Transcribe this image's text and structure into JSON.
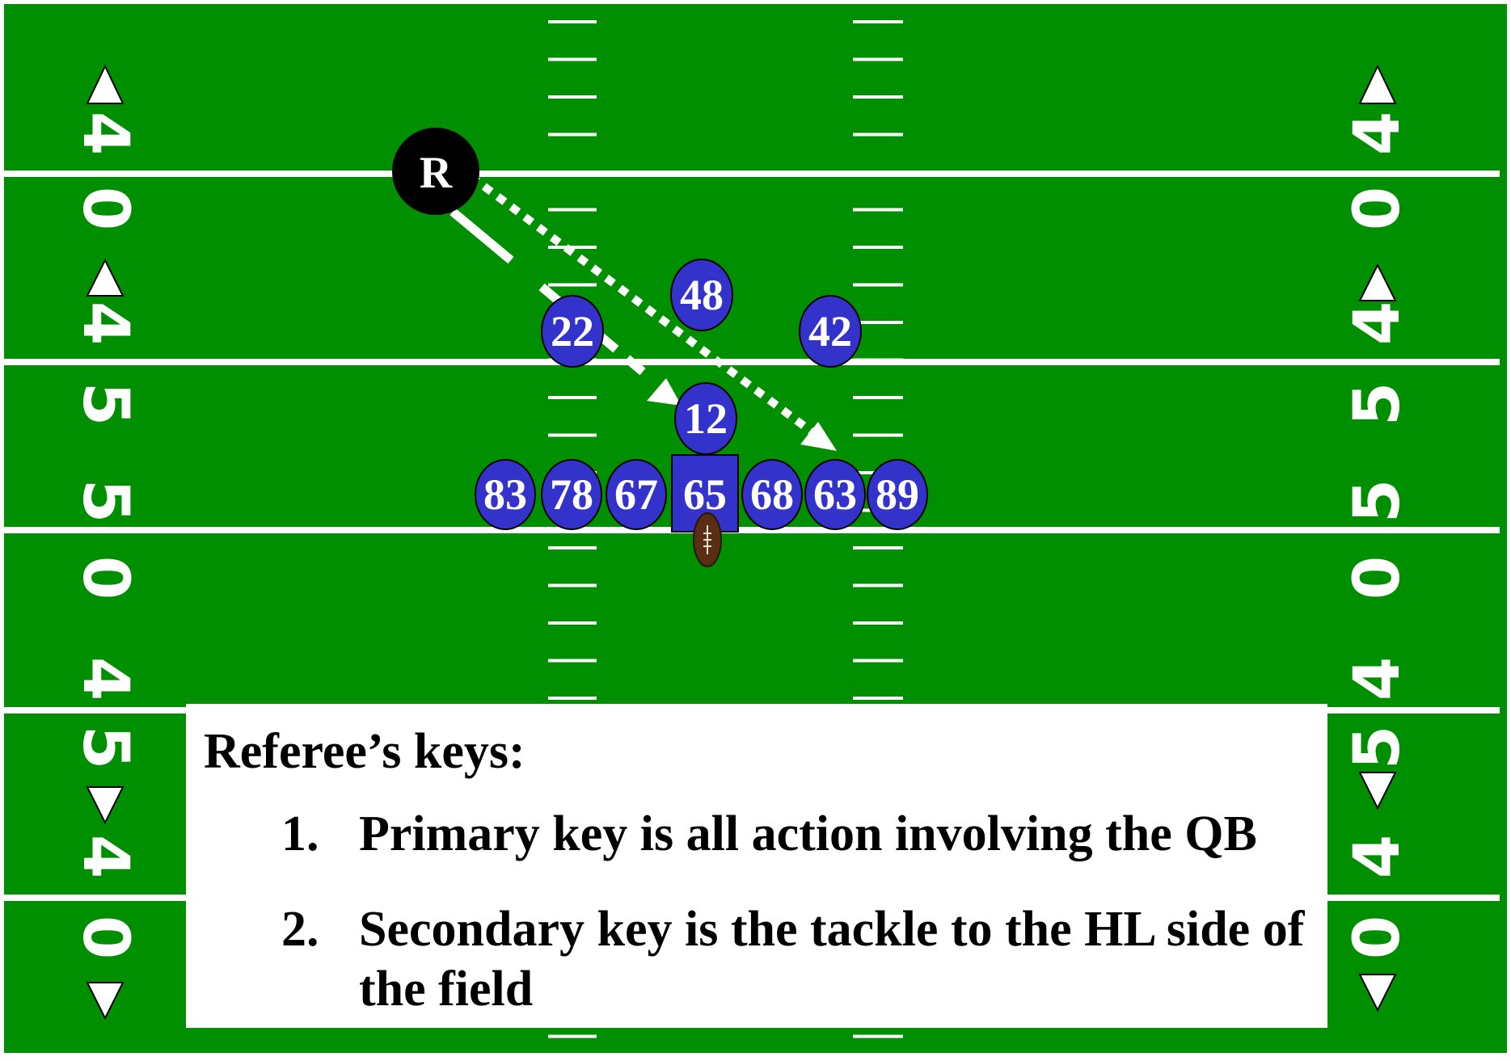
{
  "field": {
    "grass_color": "#008f00",
    "line_color": "#ffffff",
    "left_numbers": [
      "4",
      "0",
      "4",
      "5",
      "5",
      "0",
      "4",
      "5",
      "4",
      "0"
    ],
    "right_numbers": [
      "4",
      "0",
      "4",
      "5",
      "5",
      "0",
      "4",
      "5",
      "4",
      "0"
    ]
  },
  "referee": {
    "label": "R",
    "color": "#000000"
  },
  "players": {
    "color": "#3333cc",
    "line": [
      "83",
      "78",
      "67",
      "65",
      "68",
      "63",
      "89"
    ],
    "backs": [
      "22",
      "48",
      "42",
      "12"
    ]
  },
  "legend": {
    "title": "Referee’s keys:",
    "items": [
      {
        "number": "1.",
        "text": "Primary key is all action involving the QB"
      },
      {
        "number": "2.",
        "text": "Secondary key is the tackle to the HL side of the field"
      }
    ]
  }
}
